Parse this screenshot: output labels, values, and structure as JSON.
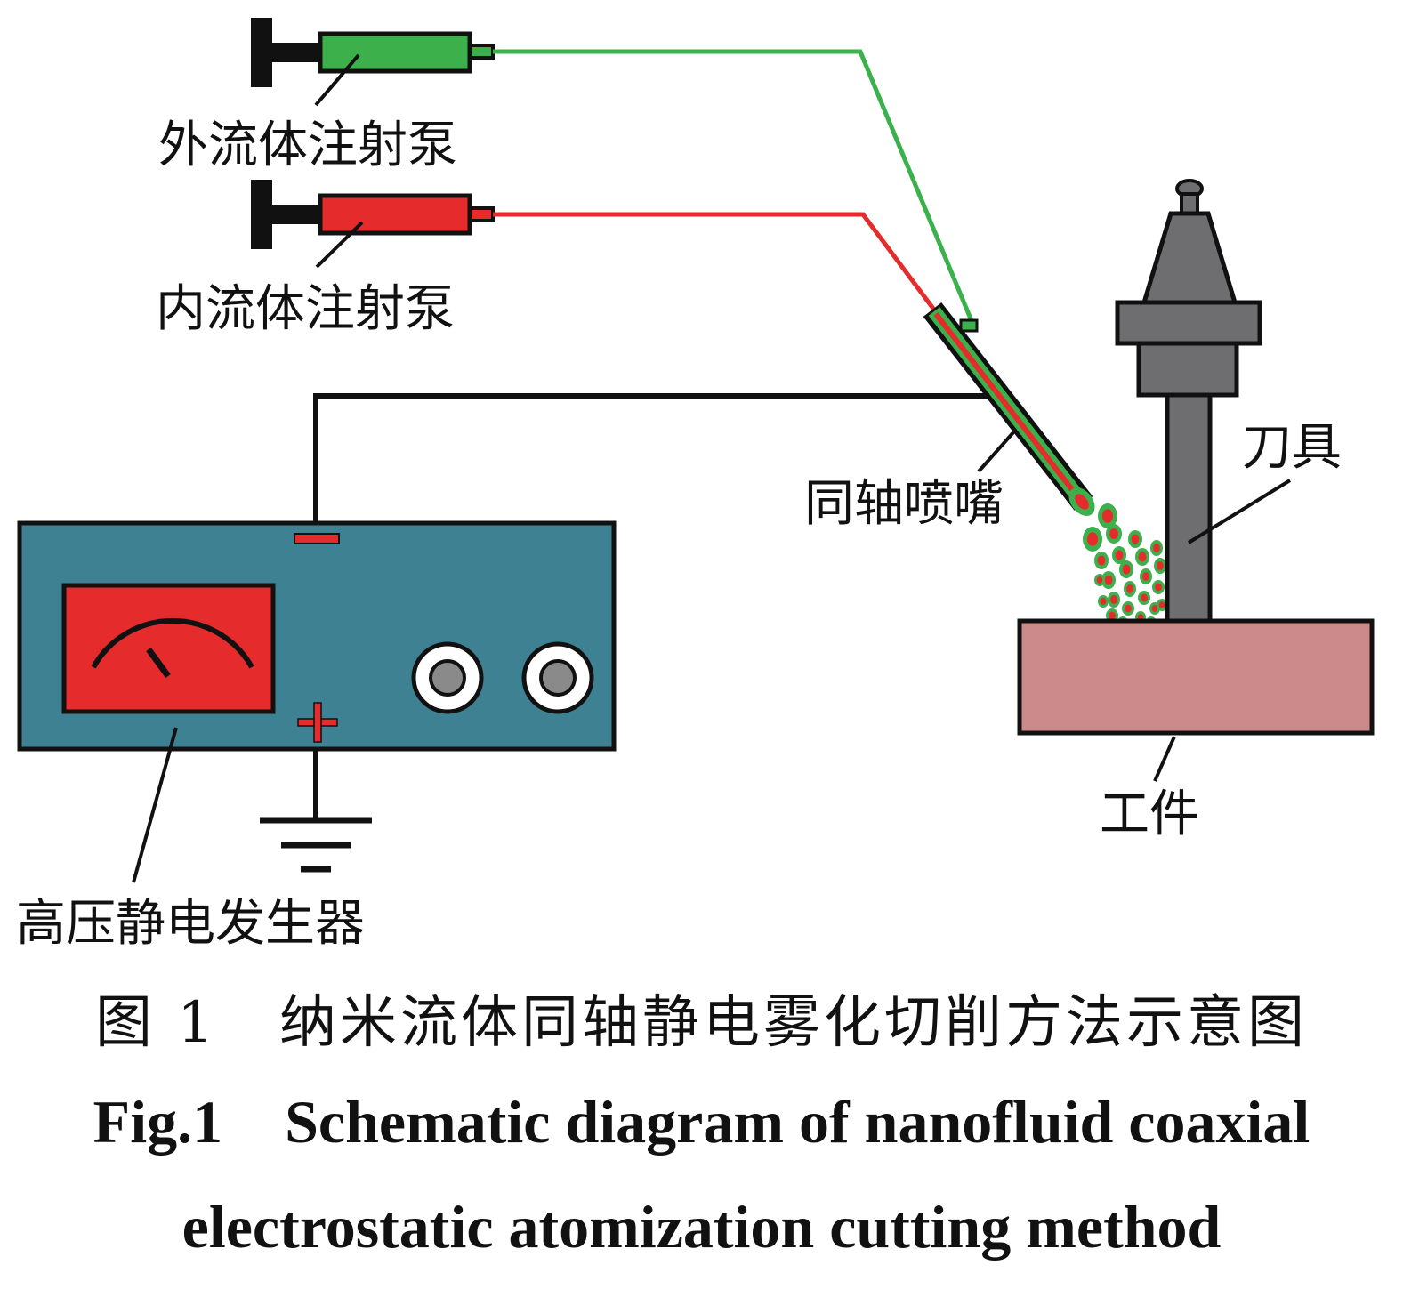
{
  "labels": {
    "outer_pump": "外流体注射泵",
    "inner_pump": "内流体注射泵",
    "coaxial_nozzle": "同轴喷嘴",
    "tool": "刀具",
    "workpiece": "工件",
    "hv_generator": "高压静电发生器"
  },
  "caption": {
    "cn_number": "图 1",
    "cn_title": "纳米流体同轴静电雾化切削方法示意图",
    "en_number": "Fig.1",
    "en_title_line1": "Schematic diagram of nanofluid coaxial",
    "en_title_line2": "electrostatic atomization cutting method"
  },
  "colors": {
    "outer_fluid": "#3cb04b",
    "inner_fluid": "#e52b2b",
    "generator_body": "#3d8193",
    "meter_face": "#e52b2b",
    "tool": "#6e6e70",
    "workpiece": "#cd8a8a",
    "outline": "#111111"
  }
}
